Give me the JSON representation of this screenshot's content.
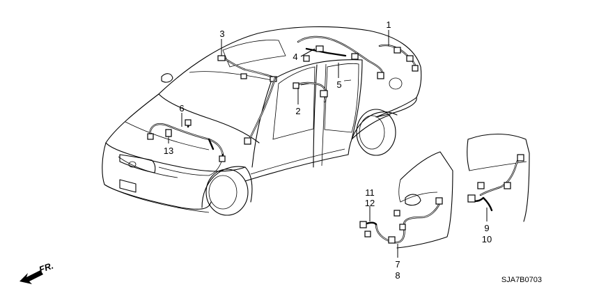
{
  "callouts": {
    "c1": "1",
    "c2": "2",
    "c3": "3",
    "c4": "4",
    "c5": "5",
    "c6": "6",
    "c7": "7",
    "c8": "8",
    "c9": "9",
    "c10": "10",
    "c11": "11",
    "c12": "12",
    "c13": "13"
  },
  "direction_label": "FR.",
  "diagram_code": "SJA7B0703"
}
